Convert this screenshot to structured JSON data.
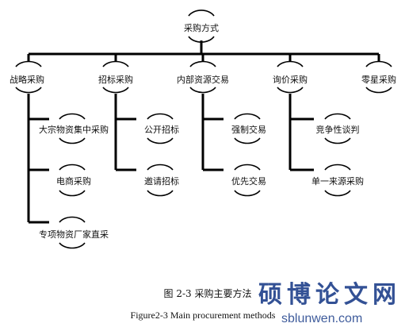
{
  "root": {
    "label": "采购方式"
  },
  "categories": [
    {
      "label": "战略采购",
      "children": [
        "大宗物资集中采购",
        "电商采购",
        "专项物资厂家直采"
      ]
    },
    {
      "label": "招标采购",
      "children": [
        "公开招标",
        "邀请招标"
      ]
    },
    {
      "label": "内部资源交易",
      "children": [
        "强制交易",
        "优先交易"
      ]
    },
    {
      "label": "询价采购",
      "children": [
        "竞争性谈判",
        "单一来源采购"
      ]
    },
    {
      "label": "零星采购",
      "children": []
    }
  ],
  "caption": {
    "chinese": "图 2-3  采购主要方法",
    "english": "Figure2-3 Main procurement methods"
  },
  "watermark": {
    "chinese": "硕博论文网",
    "url": "sblunwen.com"
  },
  "colors": {
    "line": "#000000",
    "watermark": "#1d3f8a"
  }
}
